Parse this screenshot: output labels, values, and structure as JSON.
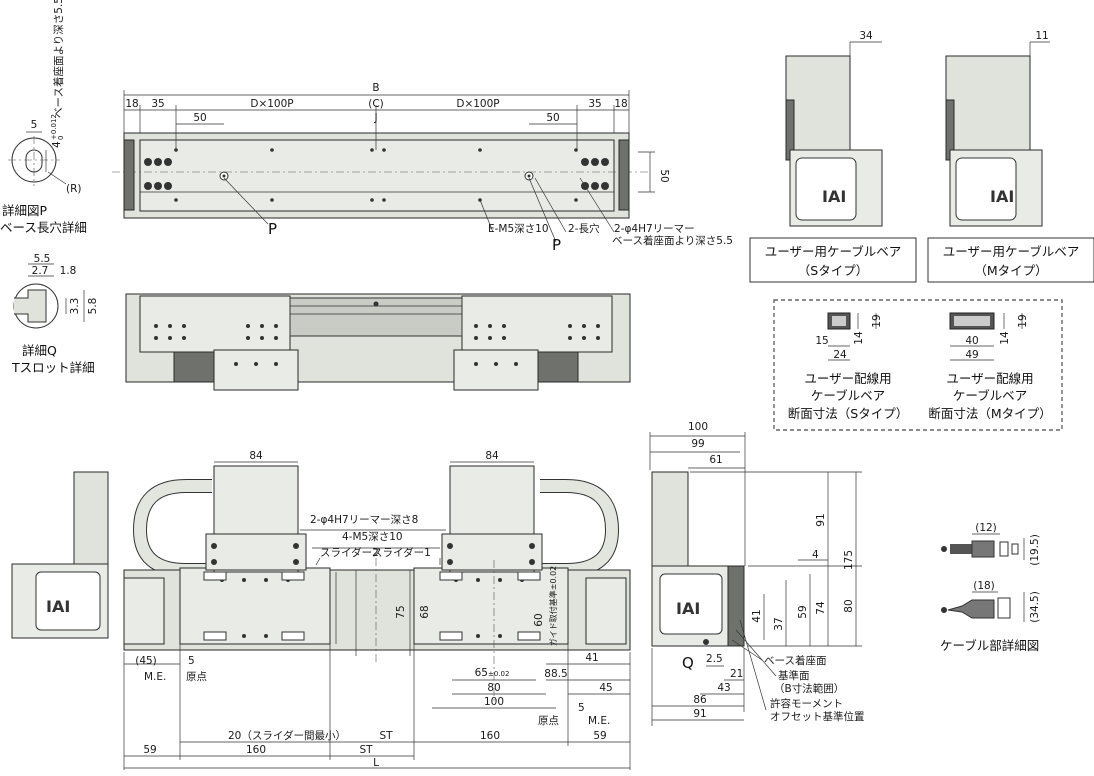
{
  "top_view": {
    "dims": {
      "B": "B",
      "C": "(C)",
      "J": "J",
      "d18_left": "18",
      "d35_left": "35",
      "dx100p_left": "D×100P",
      "dx100p_right": "D×100P",
      "d35_right": "35",
      "d18_right": "18",
      "d50_left": "50",
      "d50_right": "50",
      "d50_vert": "50"
    },
    "callouts": {
      "p_left": "P",
      "p_right": "P",
      "e_m5": "E-M5深さ10",
      "slot": "2-長穴",
      "reamer": "2-φ4H7リーマー",
      "reamer_depth": "ベース着座面より深さ5.5"
    }
  },
  "detail_p": {
    "title1": "詳細図P",
    "title2": "ベース長穴詳細",
    "d5": "5",
    "tol": "4",
    "tol_sup": "+0.012",
    "tol_sub": "0",
    "depth_note": "ベース着座面より深さ5.5",
    "r": "(R)"
  },
  "detail_q": {
    "title1": "詳細Q",
    "title2": "Tスロット詳細",
    "d55": "5.5",
    "d27": "2.7",
    "d18": "1.8",
    "d33": "3.3",
    "d58": "5.8"
  },
  "cable_s": {
    "d34": "34",
    "caption1": "ユーザー用ケーブルベア",
    "caption2": "（Sタイプ）"
  },
  "cable_m": {
    "d11": "11",
    "caption1": "ユーザー用ケーブルベア",
    "caption2": "（Mタイプ）"
  },
  "section": {
    "s": {
      "d15": "15",
      "d24": "24",
      "d14": "14",
      "d19": "19"
    },
    "m": {
      "d40": "40",
      "d49": "49",
      "d14": "14",
      "d19": "19"
    },
    "cap_s": [
      "ユーザー配線用",
      "ケーブルベア",
      "断面寸法（Sタイプ）"
    ],
    "cap_m": [
      "ユーザー配線用",
      "ケーブルベア",
      "断面寸法（Mタイプ）"
    ]
  },
  "front": {
    "d84_left": "84",
    "d84_right": "84",
    "reamer8": "2-φ4H7リーマー深さ8",
    "m5": "4-M5深さ10",
    "slider2": "スライダー2",
    "slider1": "スライダー1",
    "d75": "75",
    "d68": "68",
    "d60": "60",
    "rail_label": "ガイド取付基準±0.02",
    "d45p": "(45)",
    "d5l": "5",
    "me_l": "M.E.",
    "origin_l": "原点",
    "d65": "65",
    "d65_tol": "±0.02",
    "d80": "80",
    "d100": "100",
    "d41": "41",
    "d885": "88.5",
    "d45r": "45",
    "origin_r": "原点",
    "d5r": "5",
    "me_r": "M.E.",
    "gap_note": "20（スライダー間最小）",
    "st1": "ST",
    "st2": "ST",
    "d160l": "160",
    "d160r": "160",
    "d59l": "59",
    "d59r": "59",
    "L": "L"
  },
  "side": {
    "d100": "100",
    "d99": "99",
    "d61": "61",
    "d91": "91",
    "d175": "175",
    "d4": "4",
    "d80": "80",
    "d74": "74",
    "d59": "59",
    "d41": "41",
    "d37": "37",
    "q": "Q",
    "d25": "2.5",
    "d21": "21",
    "d43": "43",
    "d86": "86",
    "d91b": "91",
    "note1": "ベース着座面",
    "note2": "基準面",
    "note3": "（B寸法範囲）",
    "note4": "許容モーメント",
    "note5": "オフセット基準位置"
  },
  "cable_detail": {
    "d12": "(12)",
    "d195": "(19.5)",
    "d18": "(18)",
    "d345": "(34.5)",
    "title": "ケーブル部詳細図"
  },
  "brand_mark": "IAI"
}
